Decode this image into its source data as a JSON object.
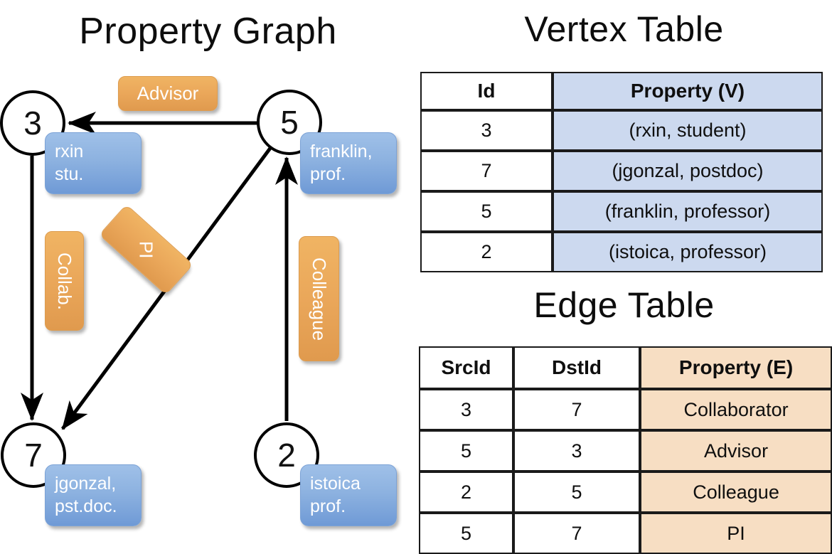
{
  "titles": {
    "property_graph": "Property Graph",
    "vertex_table": "Vertex Table",
    "edge_table": "Edge Table"
  },
  "graph": {
    "vertices": [
      {
        "id": "3",
        "name": "vertex-3",
        "property_lines": [
          "rxin",
          "stu."
        ]
      },
      {
        "id": "5",
        "name": "vertex-5",
        "property_lines": [
          "franklin,",
          "prof."
        ]
      },
      {
        "id": "7",
        "name": "vertex-7",
        "property_lines": [
          "jgonzal,",
          "pst.doc."
        ]
      },
      {
        "id": "2",
        "name": "vertex-2",
        "property_lines": [
          "istoica",
          "prof."
        ]
      }
    ],
    "edge_labels": [
      {
        "key": "advisor",
        "text": "Advisor",
        "orientation": "horizontal"
      },
      {
        "key": "collab",
        "text": "Collab.",
        "orientation": "vertical"
      },
      {
        "key": "pi",
        "text": "PI",
        "orientation": "diagonal"
      },
      {
        "key": "colleague",
        "text": "Colleague",
        "orientation": "vertical"
      }
    ],
    "edges": [
      {
        "from": "5",
        "to": "3",
        "label": "Advisor"
      },
      {
        "from": "3",
        "to": "7",
        "label": "Collab."
      },
      {
        "from": "5",
        "to": "7",
        "label": "PI"
      },
      {
        "from": "2",
        "to": "5",
        "label": "Colleague"
      }
    ]
  },
  "vertex_table": {
    "headers": [
      "Id",
      "Property (V)"
    ],
    "rows": [
      {
        "id": "3",
        "property": "(rxin, student)"
      },
      {
        "id": "7",
        "property": "(jgonzal, postdoc)"
      },
      {
        "id": "5",
        "property": "(franklin, professor)"
      },
      {
        "id": "2",
        "property": "(istoica, professor)"
      }
    ]
  },
  "edge_table": {
    "headers": [
      "SrcId",
      "DstId",
      "Property (E)"
    ],
    "rows": [
      {
        "src": "3",
        "dst": "7",
        "property": "Collaborator"
      },
      {
        "src": "5",
        "dst": "3",
        "property": "Advisor"
      },
      {
        "src": "2",
        "dst": "5",
        "property": "Colleague"
      },
      {
        "src": "5",
        "dst": "7",
        "property": "PI"
      }
    ]
  },
  "colors": {
    "vertex_property_box": "#8db2e0",
    "edge_label_box": "#eaa75a",
    "vertex_table_highlight": "#ccd9ef",
    "edge_table_highlight": "#f7dec3",
    "stroke": "#000000",
    "background": "#ffffff"
  }
}
